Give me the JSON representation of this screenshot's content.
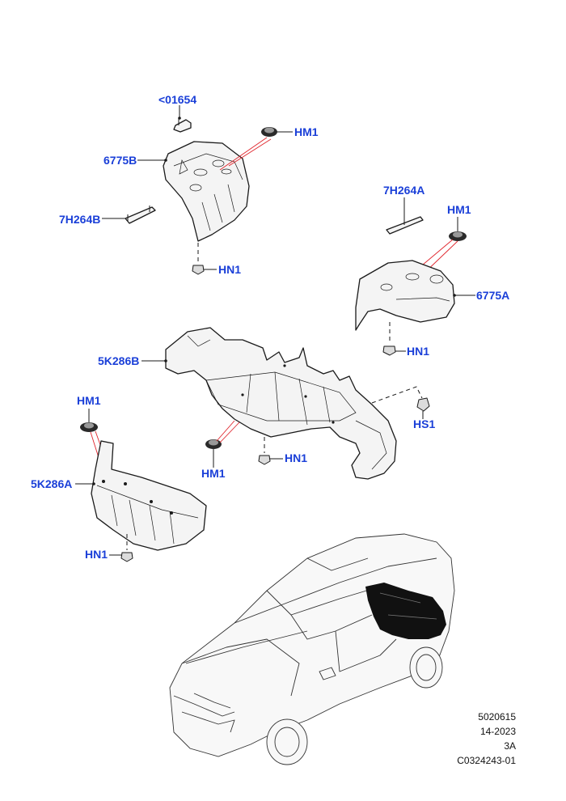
{
  "callouts": {
    "c01654": "<01654",
    "hm1_top": "HM1",
    "p6775B": "6775B",
    "p7H264B": "7H264B",
    "hn1_top": "HN1",
    "p7H264A": "7H264A",
    "hm1_right": "HM1",
    "p6775A": "6775A",
    "hn1_right": "HN1",
    "p5K286B": "5K286B",
    "hs1": "HS1",
    "hm1_left": "HM1",
    "hm1_center": "HM1",
    "hn1_center": "HN1",
    "p5K286A": "5K286A",
    "hn1_bottom": "HN1"
  },
  "reference": {
    "line1": "5020615",
    "line2": "14-2023",
    "line3": "3A",
    "line4": "C0324243-01"
  },
  "colors": {
    "callout": "#1a3fd8",
    "leader": "#1a1a1a",
    "guide": "#e0242b",
    "highlight": "#111111"
  }
}
